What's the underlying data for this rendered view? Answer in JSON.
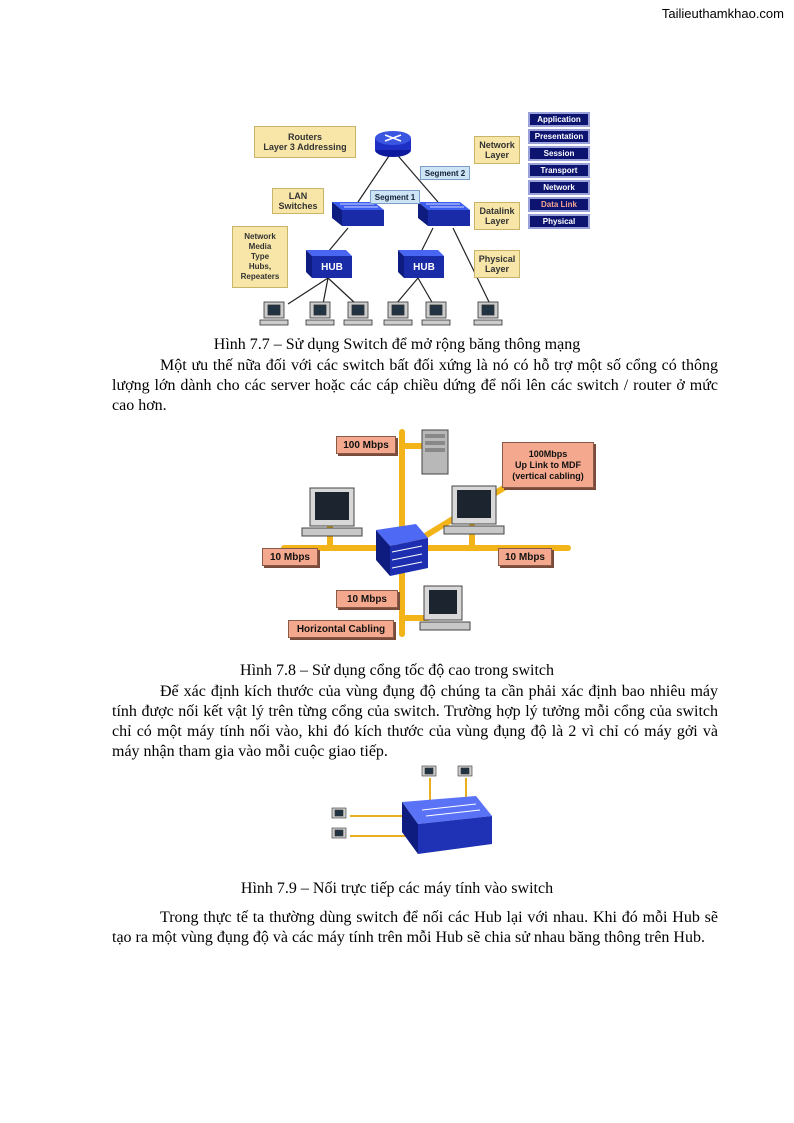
{
  "header": {
    "watermark": "Tailieuthamkhao.com"
  },
  "figure_7_7": {
    "labels": {
      "routers": "Routers\nLayer 3 Addressing",
      "lan_switches": "LAN\nSwitches",
      "network_media": "Network\nMedia\nType\nHubs,\nRepeaters",
      "network_layer": "Network\nLayer",
      "datalink_layer": "Datalink\nLayer",
      "physical_layer": "Physical\nLayer",
      "segment1": "Segment 1",
      "segment2": "Segment 2",
      "hub_left": "HUB",
      "hub_right": "HUB"
    },
    "osi_layers": [
      "Application",
      "Presentation",
      "Session",
      "Transport",
      "Network",
      "Data Link",
      "Physical"
    ],
    "caption": "Hình 7.7 – Sử dụng Switch để mở rộng băng thông mạng"
  },
  "paragraph1": "Một ưu thế nữa đối với các switch bất đối xứng là nó có hỗ trợ một số cổng có thông lượng lớn dành cho các server hoặc các cáp chiều dứng để nối lên các switch / router ở mức cao hơn.",
  "figure_7_8": {
    "labels": {
      "top_left": "100 Mbps",
      "uplink": "100Mbps\nUp Link to MDF\n(vertical cabling)",
      "left": "10 Mbps",
      "right": "10 Mbps",
      "bottom": "10 Mbps",
      "horizontal": "Horizontal Cabling"
    },
    "caption": "Hình 7.8 – Sử dụng cổng tốc độ cao trong switch"
  },
  "paragraph2": "Để xác định kích thước của vùng đụng độ chúng ta cần phải xác định bao nhiêu máy tính được nối kết vật lý trên từng cổng của switch. Trường hợp lý tưởng mỗi cổng của switch chỉ có một máy tính nối vào, khi đó kích thước của vùng đụng độ là 2 vì chỉ có máy gởi và máy nhận tham gia vào mỗi cuộc giao tiếp.",
  "figure_7_9": {
    "caption": "Hình 7.9 – Nối trực tiếp các máy tính vào switch"
  },
  "paragraph3": "Trong thực tế ta thường dùng switch để nối các Hub lại với nhau. Khi đó mỗi Hub sẽ tạo ra một vùng đụng độ và các máy tính trên mỗi Hub sẽ chia sử nhau băng thông trên Hub."
}
